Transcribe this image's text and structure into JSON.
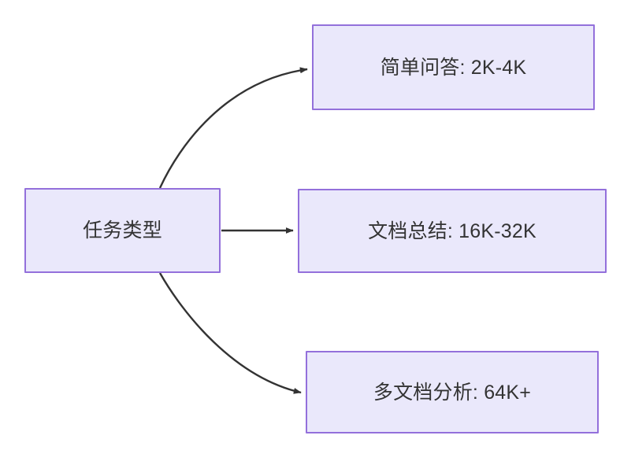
{
  "diagram": {
    "type": "flowchart",
    "direction": "left-to-right",
    "colors": {
      "node_fill": "#eae8fb",
      "node_border": "#9370db",
      "node_text": "#333333",
      "edge_stroke": "#333333",
      "canvas_background": "#ffffff"
    },
    "nodes": [
      {
        "id": "root",
        "label": "任务类型"
      },
      {
        "id": "simple_qa",
        "label": "简单问答: 2K-4K"
      },
      {
        "id": "doc_sum",
        "label": "文档总结: 16K-32K"
      },
      {
        "id": "multi_doc",
        "label": "多文档分析: 64K+"
      }
    ],
    "edges": [
      {
        "from": "root",
        "to": "simple_qa",
        "label": "",
        "style": "curved-arrow"
      },
      {
        "from": "root",
        "to": "doc_sum",
        "label": "",
        "style": "straight-arrow"
      },
      {
        "from": "root",
        "to": "multi_doc",
        "label": "",
        "style": "curved-arrow"
      }
    ]
  }
}
